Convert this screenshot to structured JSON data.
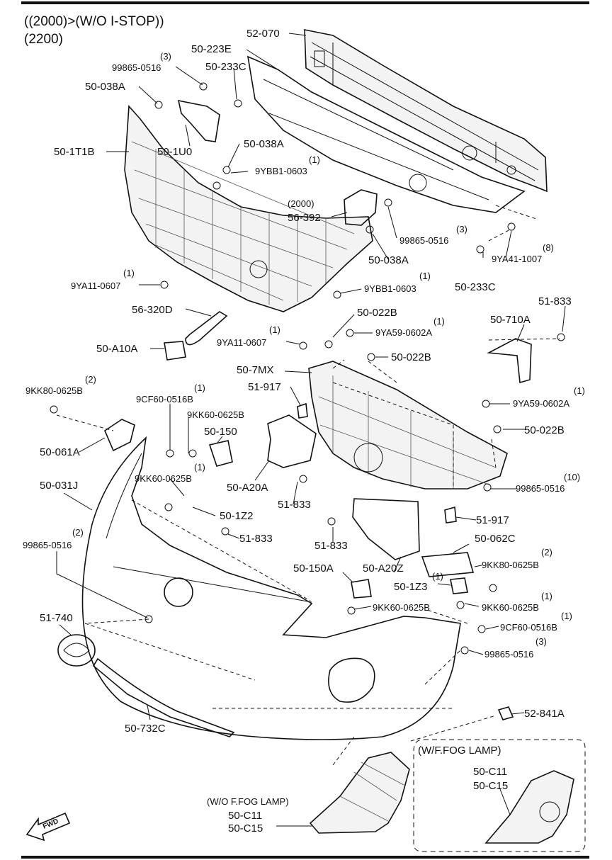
{
  "header": {
    "line1": "((2000)>(W/O I-STOP))",
    "line2": "(2200)"
  },
  "parts": [
    {
      "id": "p1",
      "label": "52-070"
    },
    {
      "id": "p2",
      "label": "50-223E"
    },
    {
      "id": "p3",
      "qty": "(3)",
      "label": "99865-0516"
    },
    {
      "id": "p4",
      "label": "50-233C"
    },
    {
      "id": "p5",
      "label": "50-038A"
    },
    {
      "id": "p6",
      "label": "50-1T1B"
    },
    {
      "id": "p7",
      "label": "50-1U0"
    },
    {
      "id": "p8",
      "label": "50-038A"
    },
    {
      "id": "p9",
      "qty": "(1)",
      "label": "9YBB1-0603"
    },
    {
      "id": "p10",
      "qty": "(2000)",
      "label": "56-392"
    },
    {
      "id": "p11",
      "qty": "(3)",
      "label": "99865-0516"
    },
    {
      "id": "p12",
      "label": "50-038A"
    },
    {
      "id": "p13",
      "qty": "(8)",
      "label": "9YA41-1007"
    },
    {
      "id": "p14",
      "label": "50-233C"
    },
    {
      "id": "p15",
      "qty": "(1)",
      "label": "9YA11-0607"
    },
    {
      "id": "p16",
      "qty": "(1)",
      "label": "9YBB1-0603"
    },
    {
      "id": "p17",
      "label": "56-320D"
    },
    {
      "id": "p18",
      "label": "50-022B"
    },
    {
      "id": "p19",
      "label": "51-833"
    },
    {
      "id": "p20",
      "label": "50-710A"
    },
    {
      "id": "p21",
      "qty": "(1)",
      "label": "9YA59-0602A"
    },
    {
      "id": "p22",
      "qty": "(1)",
      "label": "9YA11-0607"
    },
    {
      "id": "p23",
      "label": "50-A10A"
    },
    {
      "id": "p24",
      "label": "50-022B"
    },
    {
      "id": "p25",
      "label": "50-7MX"
    },
    {
      "id": "p26",
      "qty": "(2)",
      "label": "9KK80-0625B"
    },
    {
      "id": "p27",
      "label": "51-917"
    },
    {
      "id": "p28",
      "qty": "(1)",
      "label": "9CF60-0516B"
    },
    {
      "id": "p29",
      "qty": "(1)",
      "label": "9YA59-0602A"
    },
    {
      "id": "p30",
      "label": "9KK60-0625B"
    },
    {
      "id": "p31",
      "label": "50-150"
    },
    {
      "id": "p32",
      "label": "50-022B"
    },
    {
      "id": "p33",
      "label": "50-061A"
    },
    {
      "id": "p34",
      "qty": "(1)",
      "label": "9KK60-0625B"
    },
    {
      "id": "p35",
      "label": "50-A20A"
    },
    {
      "id": "p36",
      "qty": "(10)",
      "label": "99865-0516"
    },
    {
      "id": "p37",
      "label": "50-031J"
    },
    {
      "id": "p38",
      "label": "51-833"
    },
    {
      "id": "p39",
      "label": "50-1Z2"
    },
    {
      "id": "p40",
      "label": "51-917"
    },
    {
      "id": "p41",
      "qty": "(2)",
      "label": "99865-0516"
    },
    {
      "id": "p42",
      "label": "51-833"
    },
    {
      "id": "p43",
      "label": "51-833"
    },
    {
      "id": "p44",
      "label": "50-062C"
    },
    {
      "id": "p45",
      "qty": "(2)",
      "label": "9KK80-0625B"
    },
    {
      "id": "p46",
      "label": "50-150A"
    },
    {
      "id": "p47",
      "label": "50-A20Z"
    },
    {
      "id": "p48",
      "qty": "(1)",
      "label": "50-1Z3"
    },
    {
      "id": "p49",
      "qty": "(1)",
      "label": "9KK60-0625B"
    },
    {
      "id": "p50",
      "label": "9KK60-0625B"
    },
    {
      "id": "p51",
      "label": "51-740"
    },
    {
      "id": "p52",
      "qty": "(1)",
      "label": "9CF60-0516B"
    },
    {
      "id": "p53",
      "qty": "(3)",
      "label": "99865-0516"
    },
    {
      "id": "p54",
      "label": "52-841A"
    },
    {
      "id": "p55",
      "label": "50-732C"
    }
  ],
  "fog_box": {
    "title": "(W/F.FOG LAMP)",
    "label_a": "50-C11",
    "label_b": "50-C15"
  },
  "no_fog": {
    "title": "(W/O F.FOG LAMP)",
    "label_a": "50-C11",
    "label_b": "50-C15"
  },
  "fwd_arrow": {
    "label": "FWD"
  },
  "icons": [
    "fwd-arrow-icon"
  ]
}
